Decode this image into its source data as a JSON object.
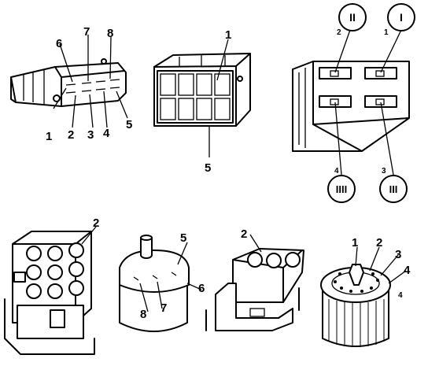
{
  "figure": {
    "connector_a": {
      "labels": [
        "6",
        "7",
        "8",
        "1",
        "2",
        "3",
        "4",
        "5"
      ]
    },
    "connector_b": {
      "labels": [
        "1",
        "5"
      ]
    },
    "connector_c": {
      "pin_labels": [
        "2",
        "1",
        "4",
        "3"
      ],
      "circle_labels": [
        "II",
        "I",
        "IIII",
        "III"
      ]
    },
    "connector_d": {
      "labels": [
        "2"
      ]
    },
    "connector_e": {
      "labels": [
        "5",
        "6",
        "8",
        "7"
      ]
    },
    "connector_f": {
      "labels": [
        "2"
      ]
    },
    "connector_g": {
      "labels": [
        "1",
        "2",
        "3",
        "4",
        "4"
      ]
    }
  }
}
